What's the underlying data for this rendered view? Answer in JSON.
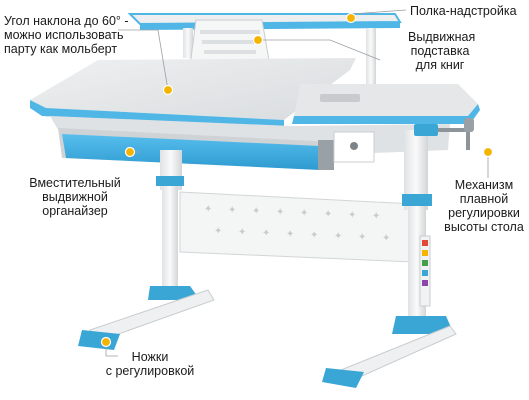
{
  "labels": {
    "tilt": [
      "Угол наклона до 60° -",
      "можно использовать",
      "парту как мольберт"
    ],
    "shelf": [
      "Полка-надстройка"
    ],
    "bookstand": [
      "Выдвижная",
      "подставка",
      "для книг"
    ],
    "organizer": [
      "Вместительный",
      "выдвижной",
      "органайзер"
    ],
    "mechanism": [
      "Механизм",
      "плавной",
      "регулировки",
      "высоты стола"
    ],
    "feet": [
      "Ножки",
      "с регулировкой"
    ]
  },
  "colors": {
    "accent": "#3aa6d6",
    "edge": "#4fb6e6",
    "desk_top": "#e6e8e9",
    "frame": "#f4f5f5",
    "marker": "#f4b400"
  }
}
